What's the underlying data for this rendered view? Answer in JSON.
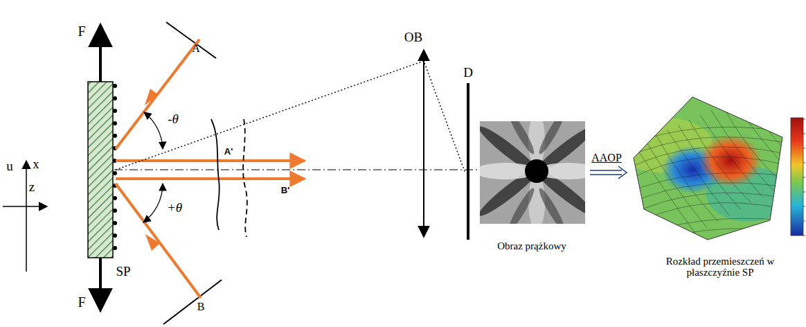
{
  "diagram": {
    "labels": [
      "F",
      "F",
      "A",
      "-θ",
      "A'",
      "OB",
      "D",
      "B'",
      "+θ",
      "B",
      "u",
      "x",
      "z",
      "SP",
      "Obraz prążkowy",
      "AAOP",
      "Rozkład przemieszczeń w płaszczyźnie SP"
    ]
  }
}
